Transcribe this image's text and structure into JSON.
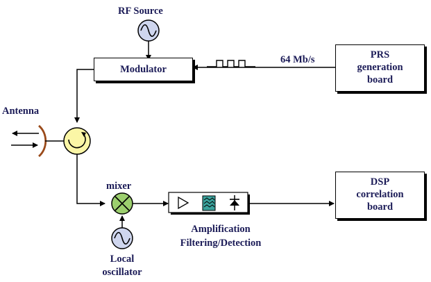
{
  "rf_source": "RF Source",
  "modulator": "Modulator",
  "bit_rate": "64 Mb/s",
  "prs_board": [
    "PRS",
    "generation",
    "board"
  ],
  "antenna": "Antenna",
  "mixer": "mixer",
  "chain_label": [
    "Amplification",
    "Filtering/Detection"
  ],
  "local_oscillator": [
    "Local",
    "oscillator"
  ],
  "dsp_board": [
    "DSP",
    "correlation",
    "board"
  ],
  "colors": {
    "label_text": "#1b1b57",
    "source_fill": "#cfd6ee",
    "circulator_fill": "#fbf6a6",
    "mixer_fill": "#9ccf6e",
    "antenna_stroke": "#9a4a1a",
    "filter_icon": "#3aa29c"
  }
}
